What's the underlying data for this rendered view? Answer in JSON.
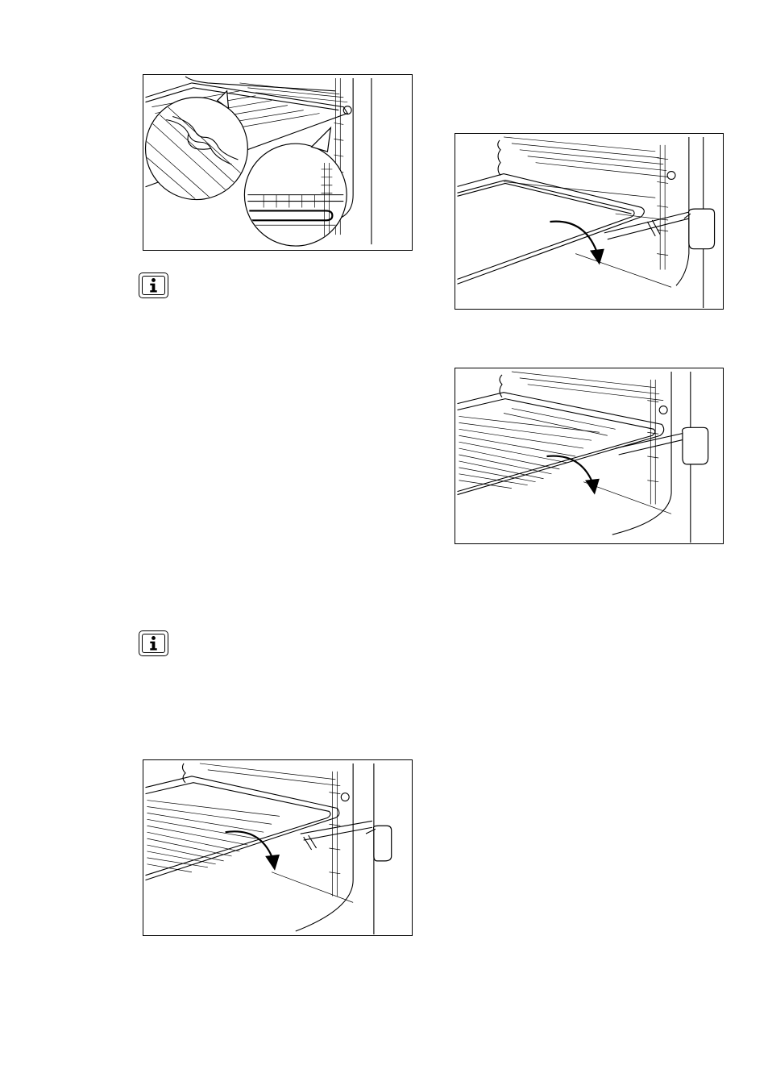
{
  "page": {
    "background": "#ffffff",
    "ink": "#000000"
  },
  "figures": [
    {
      "id": "grid-detail",
      "icon": "oven-shelf-grid-detail-illustration"
    },
    {
      "id": "tray-shelf",
      "icon": "oven-tray-on-telescopic-runners-illustration"
    },
    {
      "id": "rack-shelf",
      "icon": "oven-wire-shelf-on-telescopic-runners-illustration"
    },
    {
      "id": "rack-bottom",
      "icon": "oven-wire-shelf-lowering-illustration"
    }
  ],
  "info_icons": [
    {
      "glyph": "i",
      "icon": "information-icon"
    },
    {
      "glyph": "i",
      "icon": "information-icon"
    }
  ]
}
